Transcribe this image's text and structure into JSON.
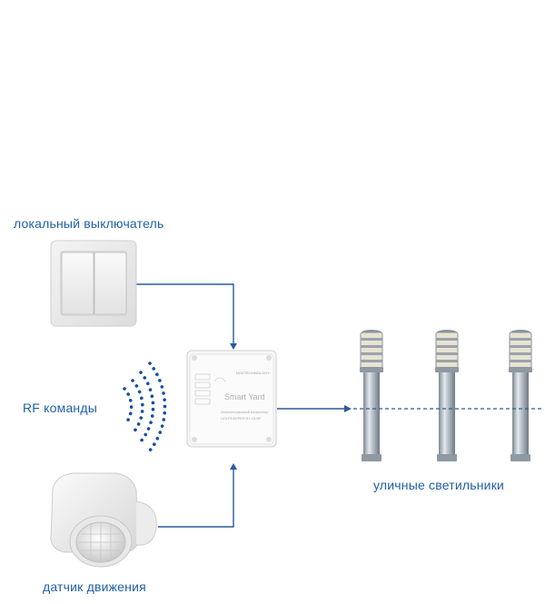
{
  "colors": {
    "accent": "#1f5fa8",
    "line": "#2a5a9a",
    "rf_dots": "#1a4f9e"
  },
  "icons": {
    "switch": "double-rocker-switch-icon",
    "controller": "smart-yard-controller-icon",
    "sensor": "motion-sensor-icon",
    "rf": "rf-waves-icon",
    "lamp": "bollard-street-lamp-icon"
  },
  "labels": {
    "local_switch": "локальный выключатель",
    "rf_commands": "RF команды",
    "motion_sensor": "датчик движения",
    "street_lights": "уличные светильники"
  },
  "controller": {
    "brand": "Smart Yard",
    "vendor": "NOOTECHNOLOGY",
    "description": "Интеллектуальный контроллер",
    "model": "LIGHTKEEPER SY-LS-RF"
  }
}
